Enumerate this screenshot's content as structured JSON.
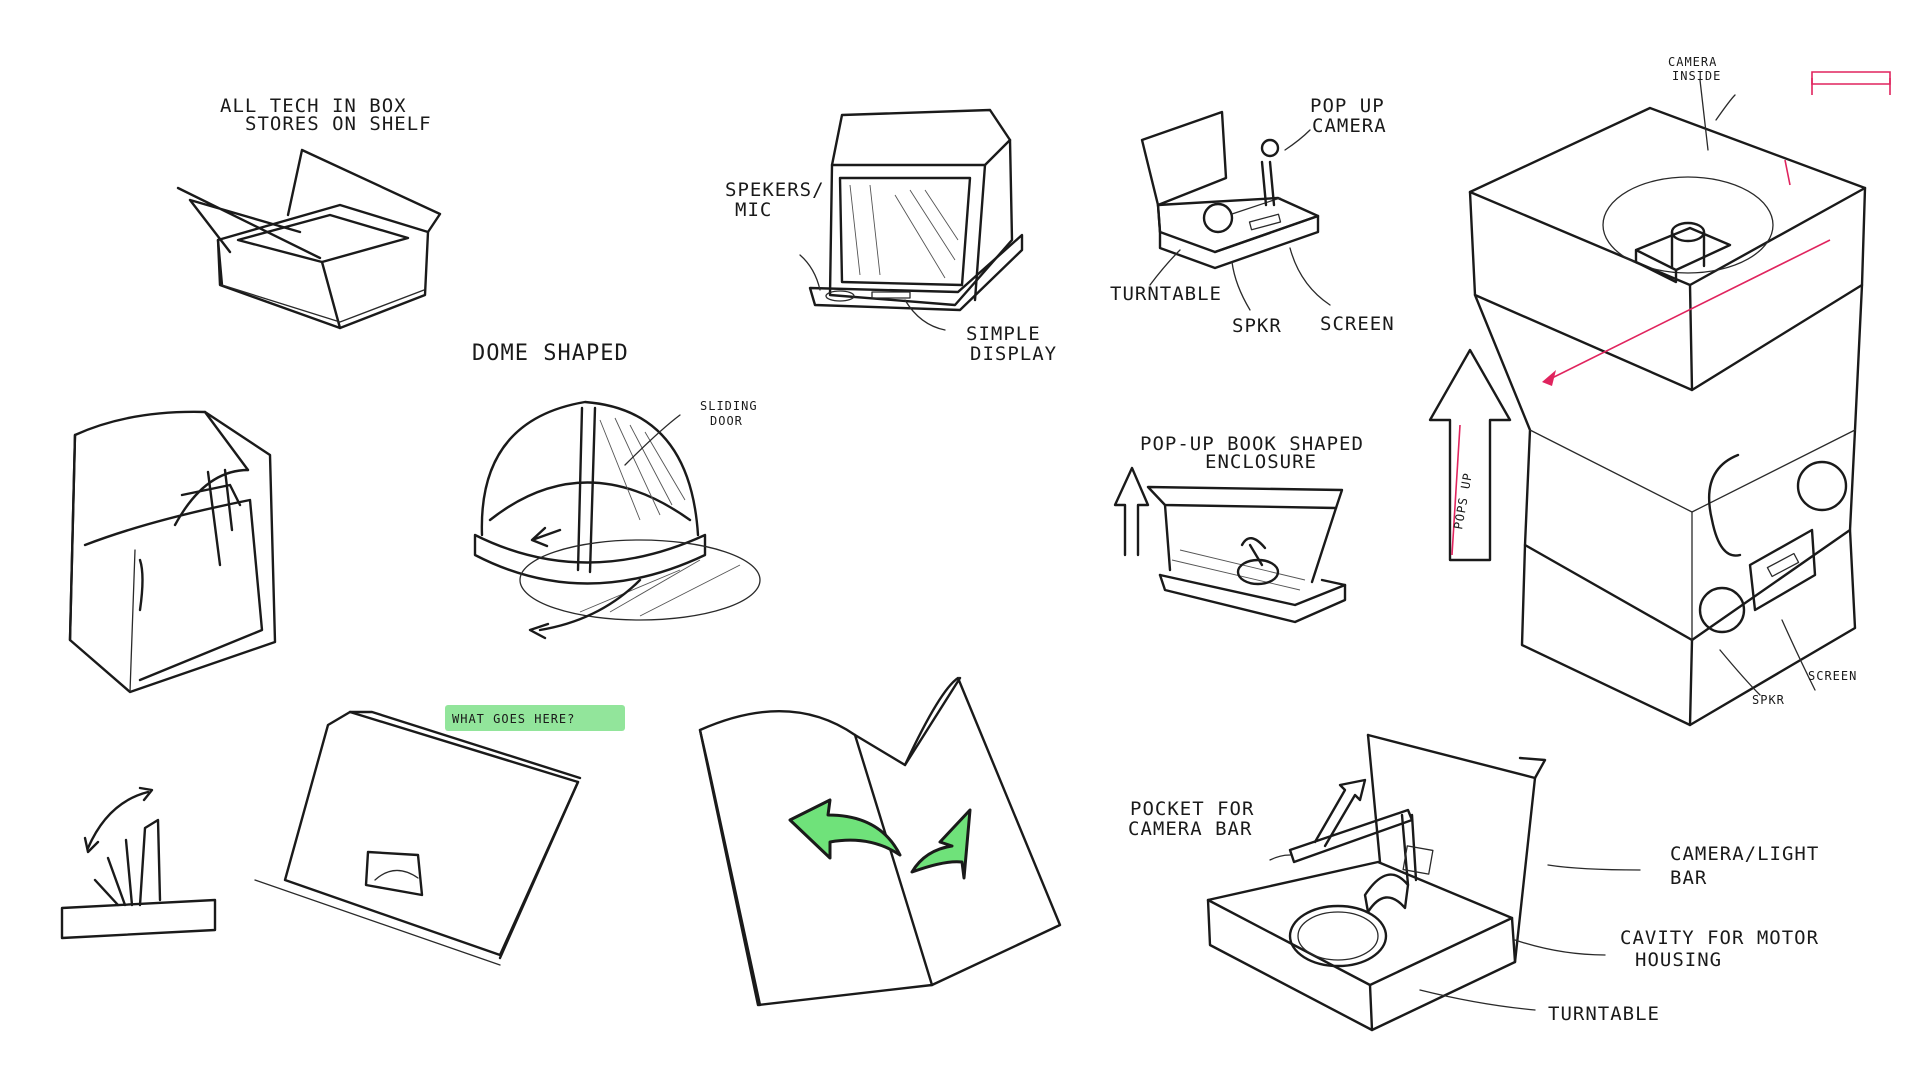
{
  "labels": {
    "all_tech_line1": "ALL TECH IN BOX",
    "all_tech_line2": "STORES ON SHELF",
    "spekers_line1": "SPEKERS/",
    "spekers_line2": "MIC",
    "simple_line1": "SIMPLE",
    "simple_line2": "DISPLAY",
    "popup_cam_line1": "POP UP",
    "popup_cam_line2": "CAMERA",
    "turntable_top": "TURNTABLE",
    "spkr_top": "SPKR",
    "screen_top": "SCREEN",
    "camera_inside_line1": "CAMERA",
    "camera_inside_line2": "INSIDE",
    "pops_up": "POPS UP",
    "spkr_right": "SPKR",
    "screen_right": "SCREEN",
    "dome_shaped": "DOME SHAPED",
    "sliding_line1": "SLIDING",
    "sliding_line2": "DOOR",
    "popup_book_line1": "POP-UP BOOK SHAPED",
    "popup_book_line2": "ENCLOSURE",
    "what_goes_here": "WHAT GOES HERE?",
    "pocket_line1": "POCKET FOR",
    "pocket_line2": "CAMERA BAR",
    "camera_light_line1": "CAMERA/LIGHT",
    "camera_light_line2": "BAR",
    "cavity_line1": "CAVITY FOR MOTOR",
    "cavity_line2": "HOUSING",
    "turntable_bottom": "TURNTABLE"
  },
  "colors": {
    "ink": "#1a1a1a",
    "highlight_green": "#7fe08a",
    "arrow_green": "#6fe27a",
    "annotation_pink": "#e0245e"
  }
}
